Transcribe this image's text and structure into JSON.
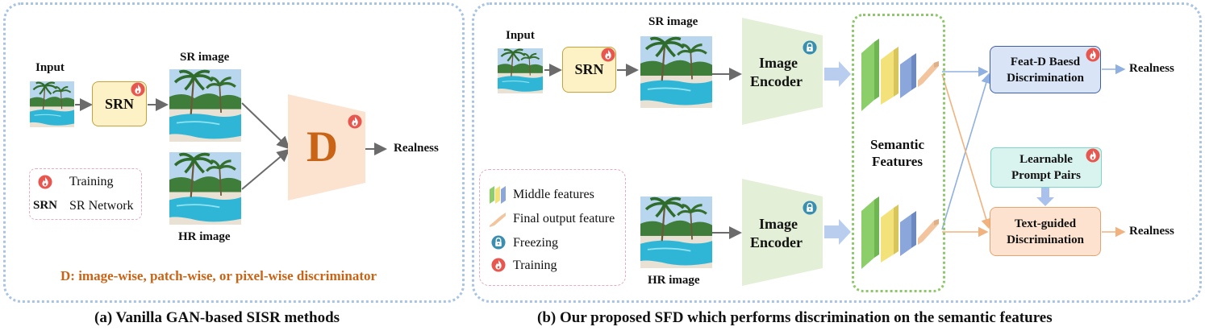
{
  "panel_a": {
    "input_label": "Input",
    "srn_label": "SRN",
    "sr_image_label": "SR image",
    "hr_image_label": "HR image",
    "discriminator_label": "D",
    "realness_label": "Realness",
    "legend": {
      "training": "Training",
      "srn_abbrev": "SRN",
      "srn_full": "SR Network"
    },
    "note": "D: image-wise, patch-wise, or pixel-wise discriminator",
    "caption": "(a) Vanilla GAN-based SISR methods"
  },
  "panel_b": {
    "input_label": "Input",
    "srn_label": "SRN",
    "sr_image_label": "SR image",
    "hr_image_label": "HR image",
    "encoder_top_line1": "Image",
    "encoder_top_line2": "Encoder",
    "encoder_bottom_line1": "Image",
    "encoder_bottom_line2": "Encoder",
    "semantic_line1": "Semantic",
    "semantic_line2": "Features",
    "featd_line1": "Feat-D Baesd",
    "featd_line2": "Discrimination",
    "prompt_line1": "Learnable",
    "prompt_line2": "Prompt Pairs",
    "textguided_line1": "Text-guided",
    "textguided_line2": "Discrimination",
    "realness_top": "Realness",
    "realness_bottom": "Realness",
    "legend": {
      "middle": "Middle features",
      "final": "Final output feature",
      "freezing": "Freezing",
      "training": "Training"
    },
    "caption": "(b) Our proposed SFD which performs discrimination on the semantic features"
  },
  "colors": {
    "panel_border": "#a9c4e3",
    "srn_fill": "#fdf1c6",
    "srn_border": "#c8a13a",
    "discriminator_fill": "#fbe3cf",
    "discriminator_text": "#c96417",
    "note_text": "#c96417",
    "encoder_fill": "#e3efd6",
    "semantic_border": "#8fc76c",
    "featd_fill": "#d9e5f7",
    "featd_border": "#3f5ea8",
    "prompt_fill": "#d9f3ef",
    "prompt_border": "#7fd4c8",
    "textguided_fill": "#fde3cf",
    "textguided_border": "#e8a26f",
    "fire": "#e8574f",
    "lock": "#3a8fb1",
    "legend_border": "#e9a9bf"
  }
}
